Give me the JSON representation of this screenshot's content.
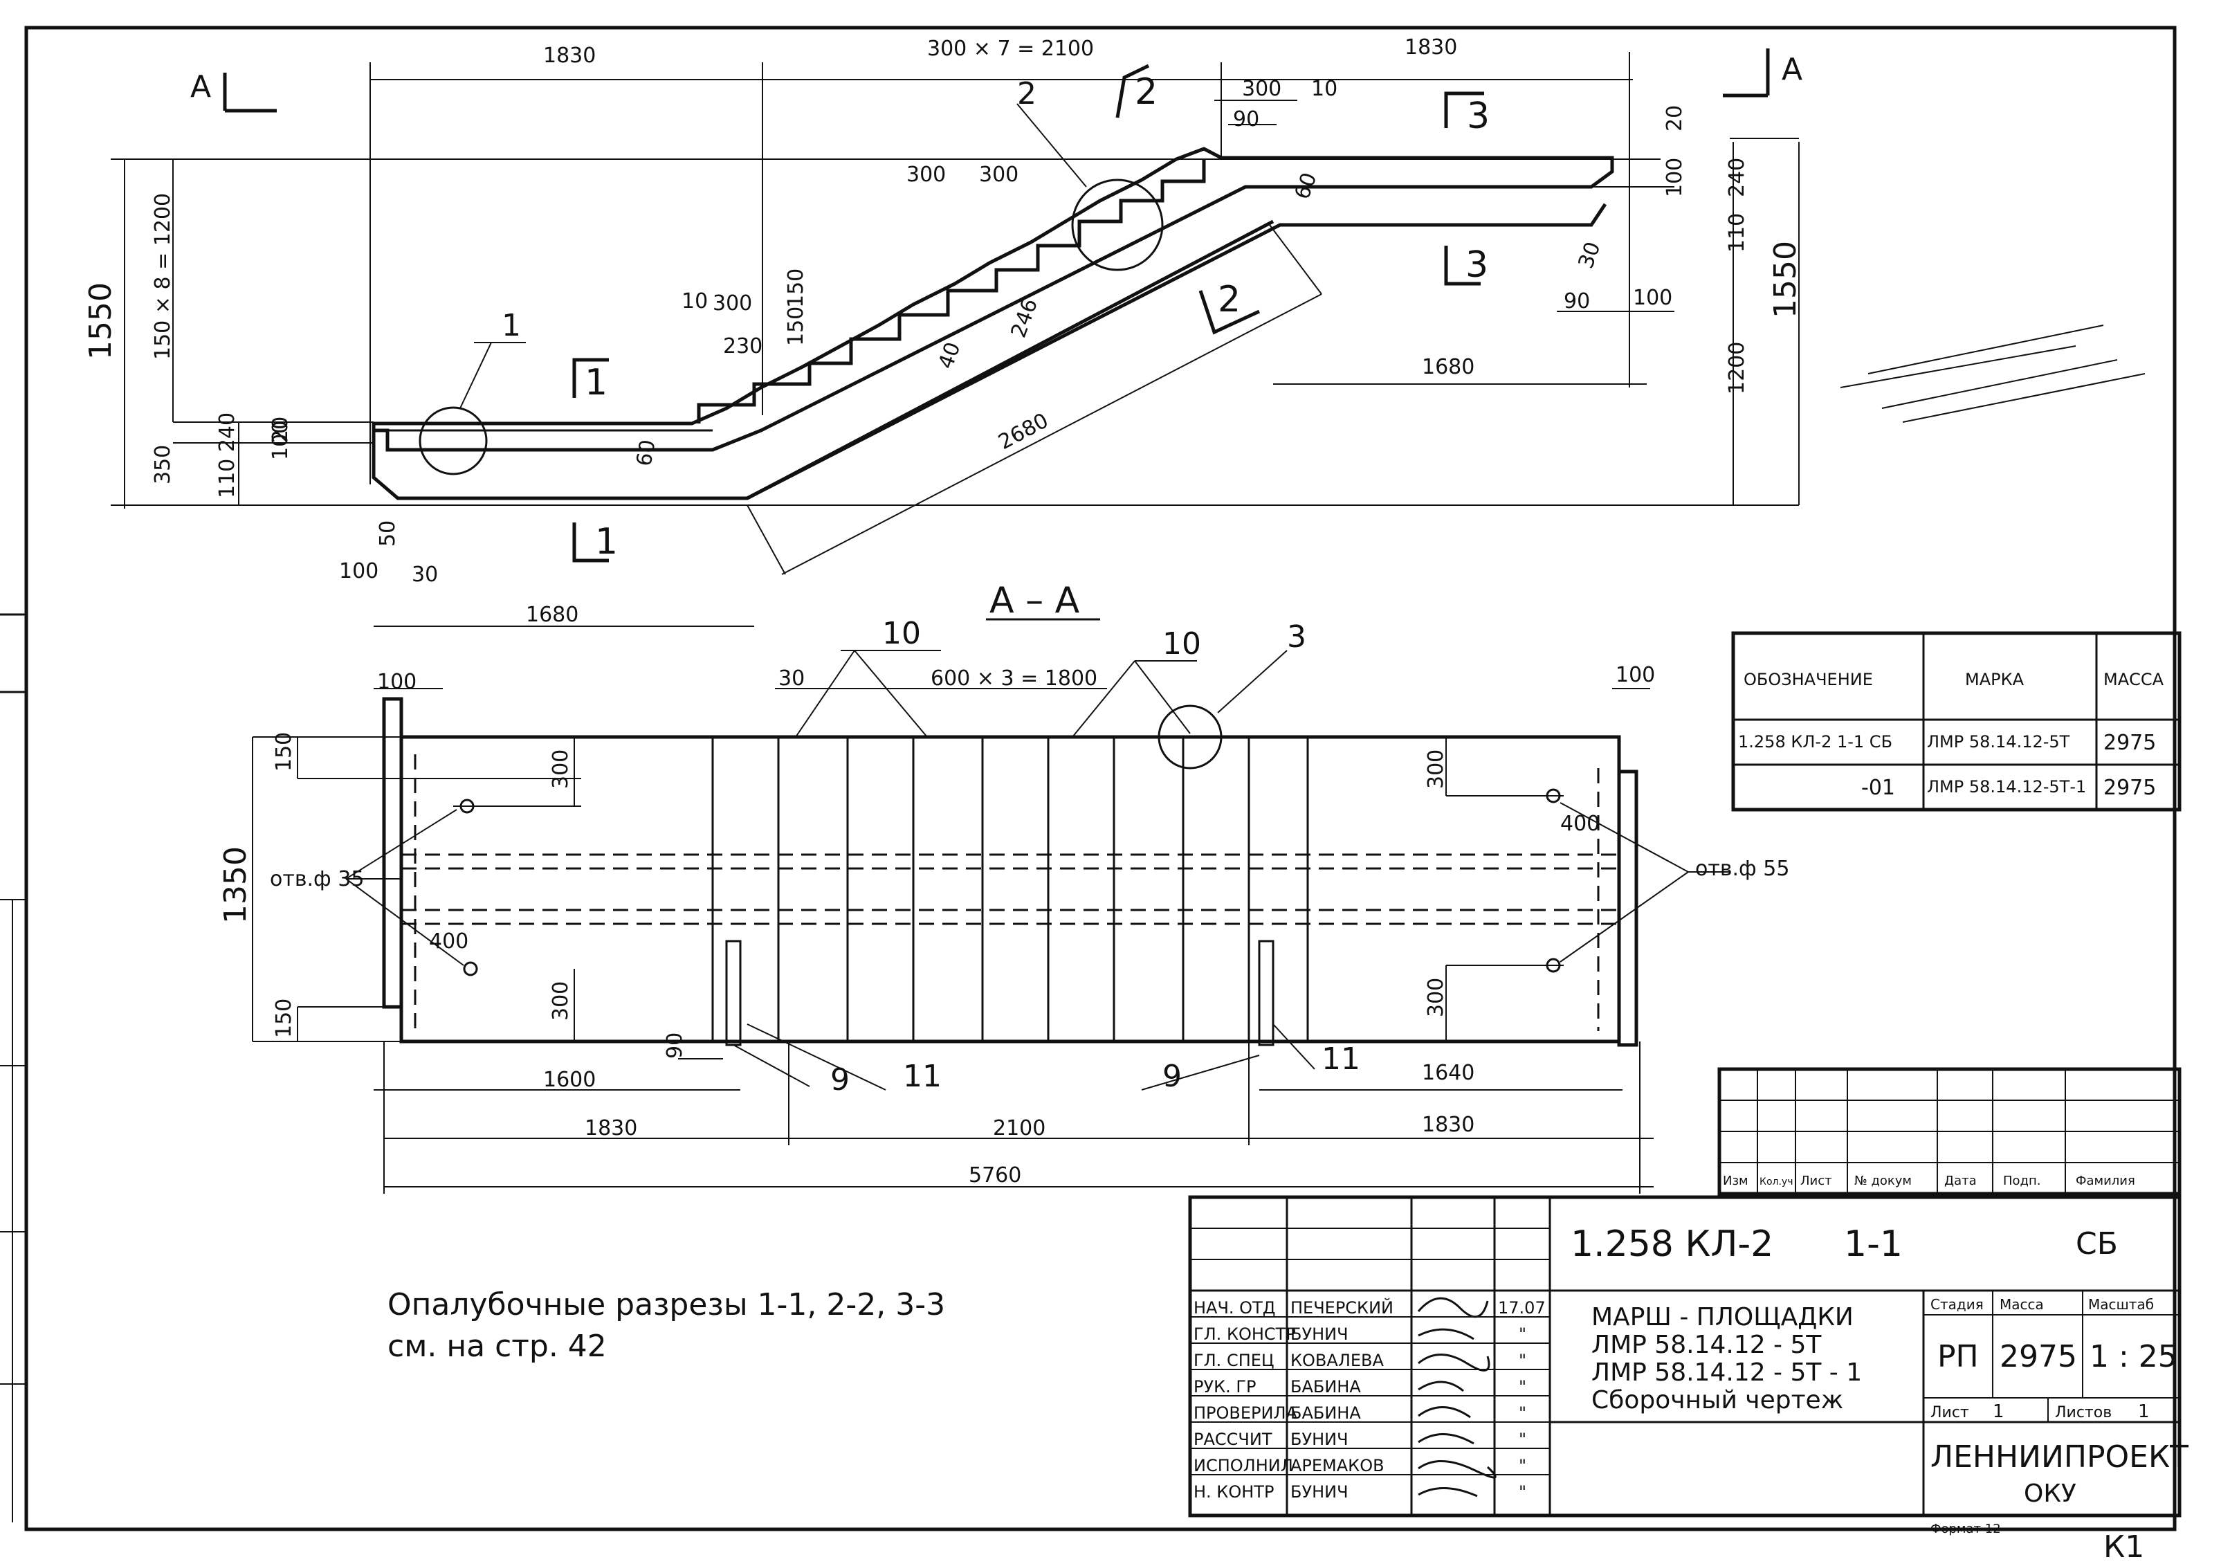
{
  "section_markers": {
    "a_left": "A",
    "a_right": "A",
    "g1": "1",
    "g2": "2",
    "g3": "3",
    "l1": "1",
    "l2": "2",
    "l3": "3"
  },
  "elevation": {
    "dim_left_span": "1830",
    "dim_mid_span": "300 × 7 = 2100",
    "dim_right_span": "1830",
    "dim_300_top": "300",
    "dim_10_top": "10",
    "dim_90_top": "90",
    "dim_20_right": "20",
    "dim_100_right": "100",
    "dim_240_right": "240",
    "dim_110_right": "110",
    "dim_30_right": "30",
    "dim_90_right": "90",
    "dim_100_right_low": "100",
    "dim_1200_right": "1200",
    "dim_1550_right": "1550",
    "dim_1680_right": "1680",
    "dim_1550_left": "1550",
    "dim_steps_left": "150 × 8 = 1200",
    "dim_350_left": "350",
    "dim_20_left": "20",
    "dim_100_left": "100",
    "dim_110_240_left": "110 240",
    "dim_50_left": "50",
    "dim_100_left_low": "100",
    "dim_30_left": "30",
    "dim_1680_left": "1680",
    "dim_2680": "2680",
    "dim_60_low": "60",
    "dim_60_top": "60",
    "dim_40": "40",
    "dim_246": "246",
    "dim_300a": "300",
    "dim_300b": "300",
    "dim_10_step": "10",
    "dim_300_step": "300",
    "dim_150_step1": "150",
    "dim_150_step2": "150",
    "dim_230": "230",
    "callout_1": "1",
    "callout_2": "2"
  },
  "plan": {
    "title": "А – А",
    "dim_100_tl": "100",
    "dim_30": "30",
    "callout_10a": "10",
    "dim_spacing": "600 × 3 = 1800",
    "callout_10b": "10",
    "callout_3": "3",
    "dim_100_tr": "100",
    "dim_150_tl": "150",
    "dim_300_tl": "300",
    "dim_1350": "1350",
    "hole_left": "отв.ф 35",
    "hole_right": "отв.ф 55",
    "dim_400_l": "400",
    "dim_400_r": "400",
    "dim_300_tr": "300",
    "dim_300_br": "300",
    "dim_300_bl": "300",
    "dim_150_bl": "150",
    "dim_90": "90",
    "callout_9a": "9",
    "callout_11a": "11",
    "callout_9b": "9",
    "callout_11b": "11",
    "dim_1600": "1600",
    "dim_1640": "1640",
    "dim_1830_l": "1830",
    "dim_2100": "2100",
    "dim_1830_r": "1830",
    "dim_5760": "5760"
  },
  "spec_table": {
    "headers": [
      "ОБОЗНАЧЕНИЕ",
      "МАРКА",
      "МАССА"
    ],
    "rows": [
      [
        "1.258 КЛ-2 1-1 СБ",
        "ЛМР 58.14.12-5Т",
        "2975"
      ],
      [
        "-01",
        "ЛМР 58.14.12-5Т-1",
        "2975"
      ]
    ]
  },
  "note": {
    "line1": "Опалубочные разрезы 1-1, 2-2, 3-3",
    "line2": "см. на стр. 42"
  },
  "revision_table": {
    "headers": [
      "Изм",
      "Кол.уч",
      "Лист",
      "№ докум",
      "Дата",
      "Подп.",
      "Фамилия"
    ]
  },
  "title_block": {
    "code": "1.258 КЛ-2",
    "sheet_no": "1-1",
    "doc_type": "СБ",
    "name_line1": "МАРШ - ПЛОЩАДКИ",
    "name_line2": "ЛМР 58.14.12 - 5Т",
    "name_line3": "ЛМР 58.14.12 - 5Т - 1",
    "name_line4": "Сборочный чертеж",
    "stage_label": "Стадия",
    "mass_label": "Масса",
    "scale_label": "Масштаб",
    "stage": "РП",
    "mass": "2975",
    "scale": "1 : 25",
    "list_label": "Лист",
    "list_no": "1",
    "lists_label": "Листов",
    "lists_no": "1",
    "org": "ЛЕННИИПРОЕКТ",
    "dept": "ОКУ",
    "format": "Формат 12",
    "corner_mark": "К1",
    "staff": [
      {
        "role": "НАЧ. ОТД",
        "name": "ПЕЧЕРСКИЙ",
        "sheet": "17.07"
      },
      {
        "role": "ГЛ. КОНСТР",
        "name": "БУНИЧ",
        "sheet": "\""
      },
      {
        "role": "ГЛ. СПЕЦ",
        "name": "КОВАЛЕВА",
        "sheet": "\""
      },
      {
        "role": "РУК. ГР",
        "name": "БАБИНА",
        "sheet": "\""
      },
      {
        "role": "ПРОВЕРИЛА",
        "name": "БАБИНА",
        "sheet": "\""
      },
      {
        "role": "РАССЧИТ",
        "name": "БУНИЧ",
        "sheet": "\""
      },
      {
        "role": "ИСПОЛНИЛ",
        "name": "АРЕМАКОВ",
        "sheet": "\""
      },
      {
        "role": "Н. КОНТР",
        "name": "БУНИЧ",
        "sheet": "\""
      }
    ]
  }
}
